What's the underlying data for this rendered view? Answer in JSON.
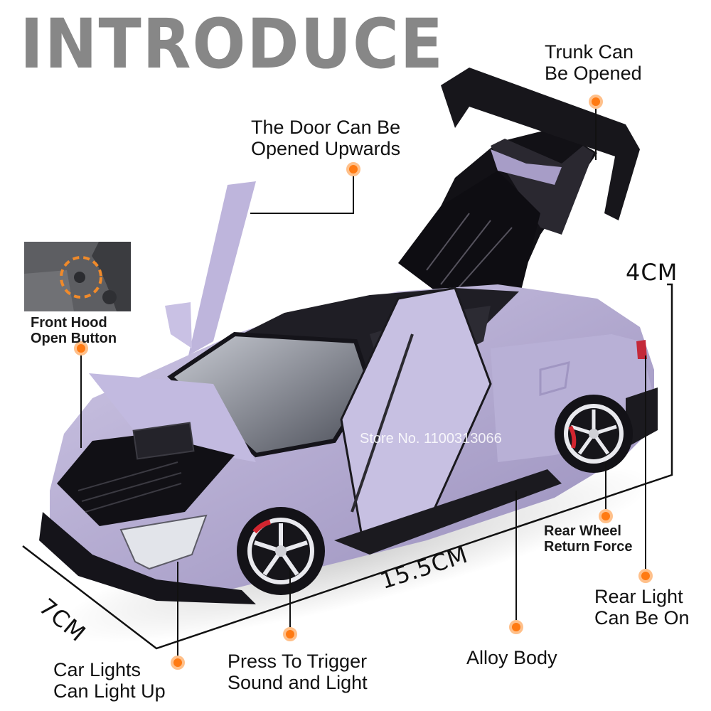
{
  "title": "INTRODUCE",
  "callouts": {
    "trunk": "Trunk Can\nBe Opened",
    "door": "The Door Can Be\nOpened Upwards",
    "front_hood": "Front Hood\nOpen Button",
    "rear_wheel": "Rear Wheel\nReturn Force",
    "rear_light": "Rear Light\nCan Be On",
    "car_lights": "Car Lights\nCan Light Up",
    "sound_light": "Press To Trigger\nSound and Light",
    "alloy_body": "Alloy Body"
  },
  "dimensions": {
    "height": "4CM",
    "length": "15.5CM",
    "width": "7CM"
  },
  "watermark": "Store No. 1100313066",
  "colors": {
    "title": "#878787",
    "accent_dot": "#ff7a12",
    "car_body": "#b7aed3",
    "car_dark": "#1c1b20"
  }
}
